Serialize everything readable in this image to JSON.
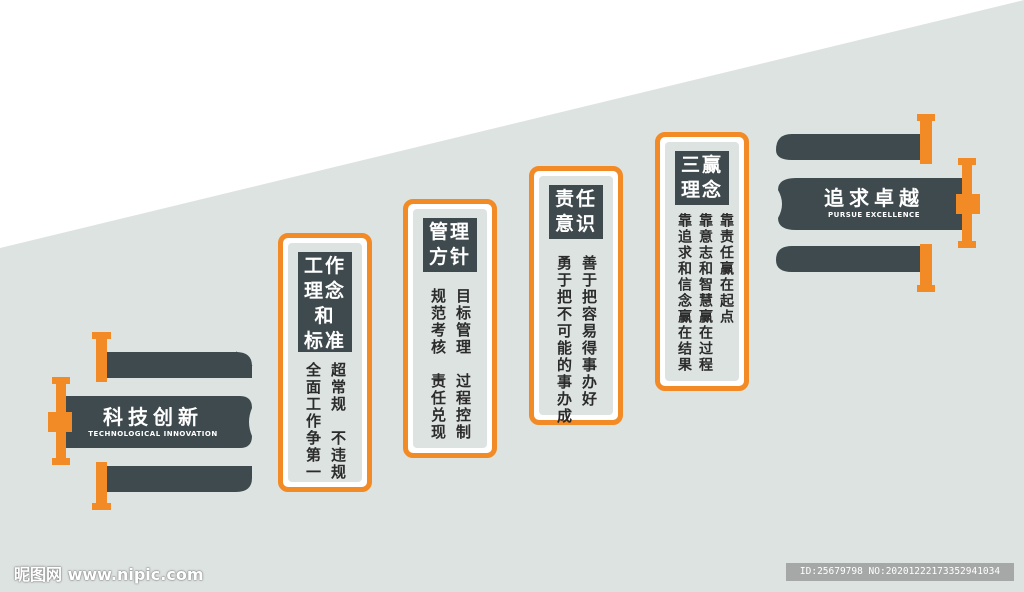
{
  "banner_left": {
    "title": "科技创新",
    "subtitle": "TECHNOLOGICAL INNOVATION"
  },
  "banner_right": {
    "title": "追求卓越",
    "subtitle": "PURSUE EXCELLENCE"
  },
  "panels": [
    {
      "title_lines": [
        "工作",
        "理念",
        "和",
        "标准"
      ],
      "columns": [
        "超常规　不违规",
        "全面工作争第一"
      ]
    },
    {
      "title_lines": [
        "管理",
        "方针"
      ],
      "columns": [
        "目标管理　过程控制",
        "规范考核　责任兑现"
      ]
    },
    {
      "title_lines": [
        "责任",
        "意识"
      ],
      "columns": [
        "善于把容易得事办好",
        "勇于把不可能的事办成"
      ]
    },
    {
      "title_lines": [
        "三赢",
        "理念"
      ],
      "columns": [
        "靠责任赢在起点",
        "靠意志和智慧赢在过程",
        "靠追求和信念赢在结果"
      ]
    }
  ],
  "watermark": {
    "left": "昵图网 www.nipic.com",
    "right": "ID:25679798 NO:20201222173352941034"
  },
  "colors": {
    "accent": "#f28a25",
    "dark": "#3f4a4e",
    "band": "#dde3e1"
  }
}
